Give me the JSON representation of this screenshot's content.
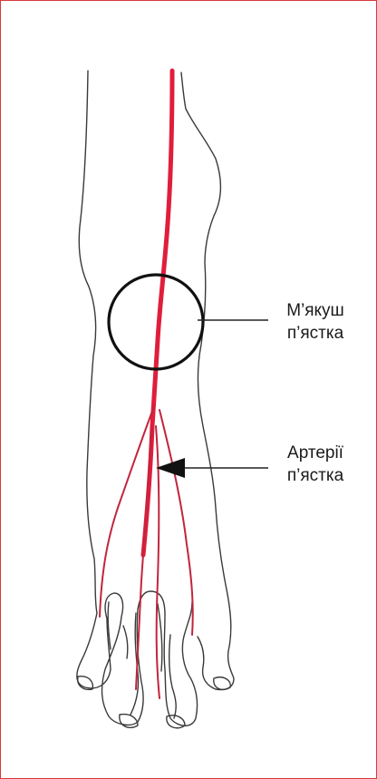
{
  "labels": {
    "pad": {
      "line1": "М’якуш",
      "line2": "п’ястка"
    },
    "arteries": {
      "line1": "Артерії",
      "line2": "п’ястка"
    }
  },
  "colors": {
    "frame": "#d9383a",
    "artery_main": "#e01e3c",
    "artery_branch": "#c2253d",
    "outline": "#3a3a3a"
  },
  "icons": [
    "circle-highlight",
    "arrow-pointer"
  ]
}
